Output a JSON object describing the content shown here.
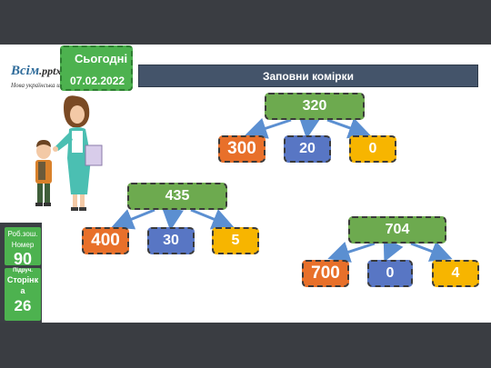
{
  "header": {
    "logo_brand": "Всім",
    "logo_suffix": ".pptx",
    "logo_tagline": "Нова українська школа",
    "today_label": "Сьогодні",
    "date": "07.02.2022",
    "title": "Заповни комірки"
  },
  "sidebar": {
    "workbook_label_1": "Роб.зош.",
    "workbook_label_2": "Номер",
    "workbook_number": "90",
    "page_label_1": "Підруч.",
    "page_label_2": "Сторінк",
    "page_label_3": "а",
    "page_number": "26"
  },
  "trees": [
    {
      "root": "320",
      "parts": [
        "300",
        "20",
        "0"
      ]
    },
    {
      "root": "435",
      "parts": [
        "400",
        "30",
        "5"
      ]
    },
    {
      "root": "704",
      "parts": [
        "700",
        "0",
        "4"
      ]
    }
  ],
  "colors": {
    "root": "#6daa4f",
    "hundreds": "#e8702a",
    "tens": "#5876c4",
    "ones": "#f7b500",
    "arrow": "#5b8fd1"
  }
}
